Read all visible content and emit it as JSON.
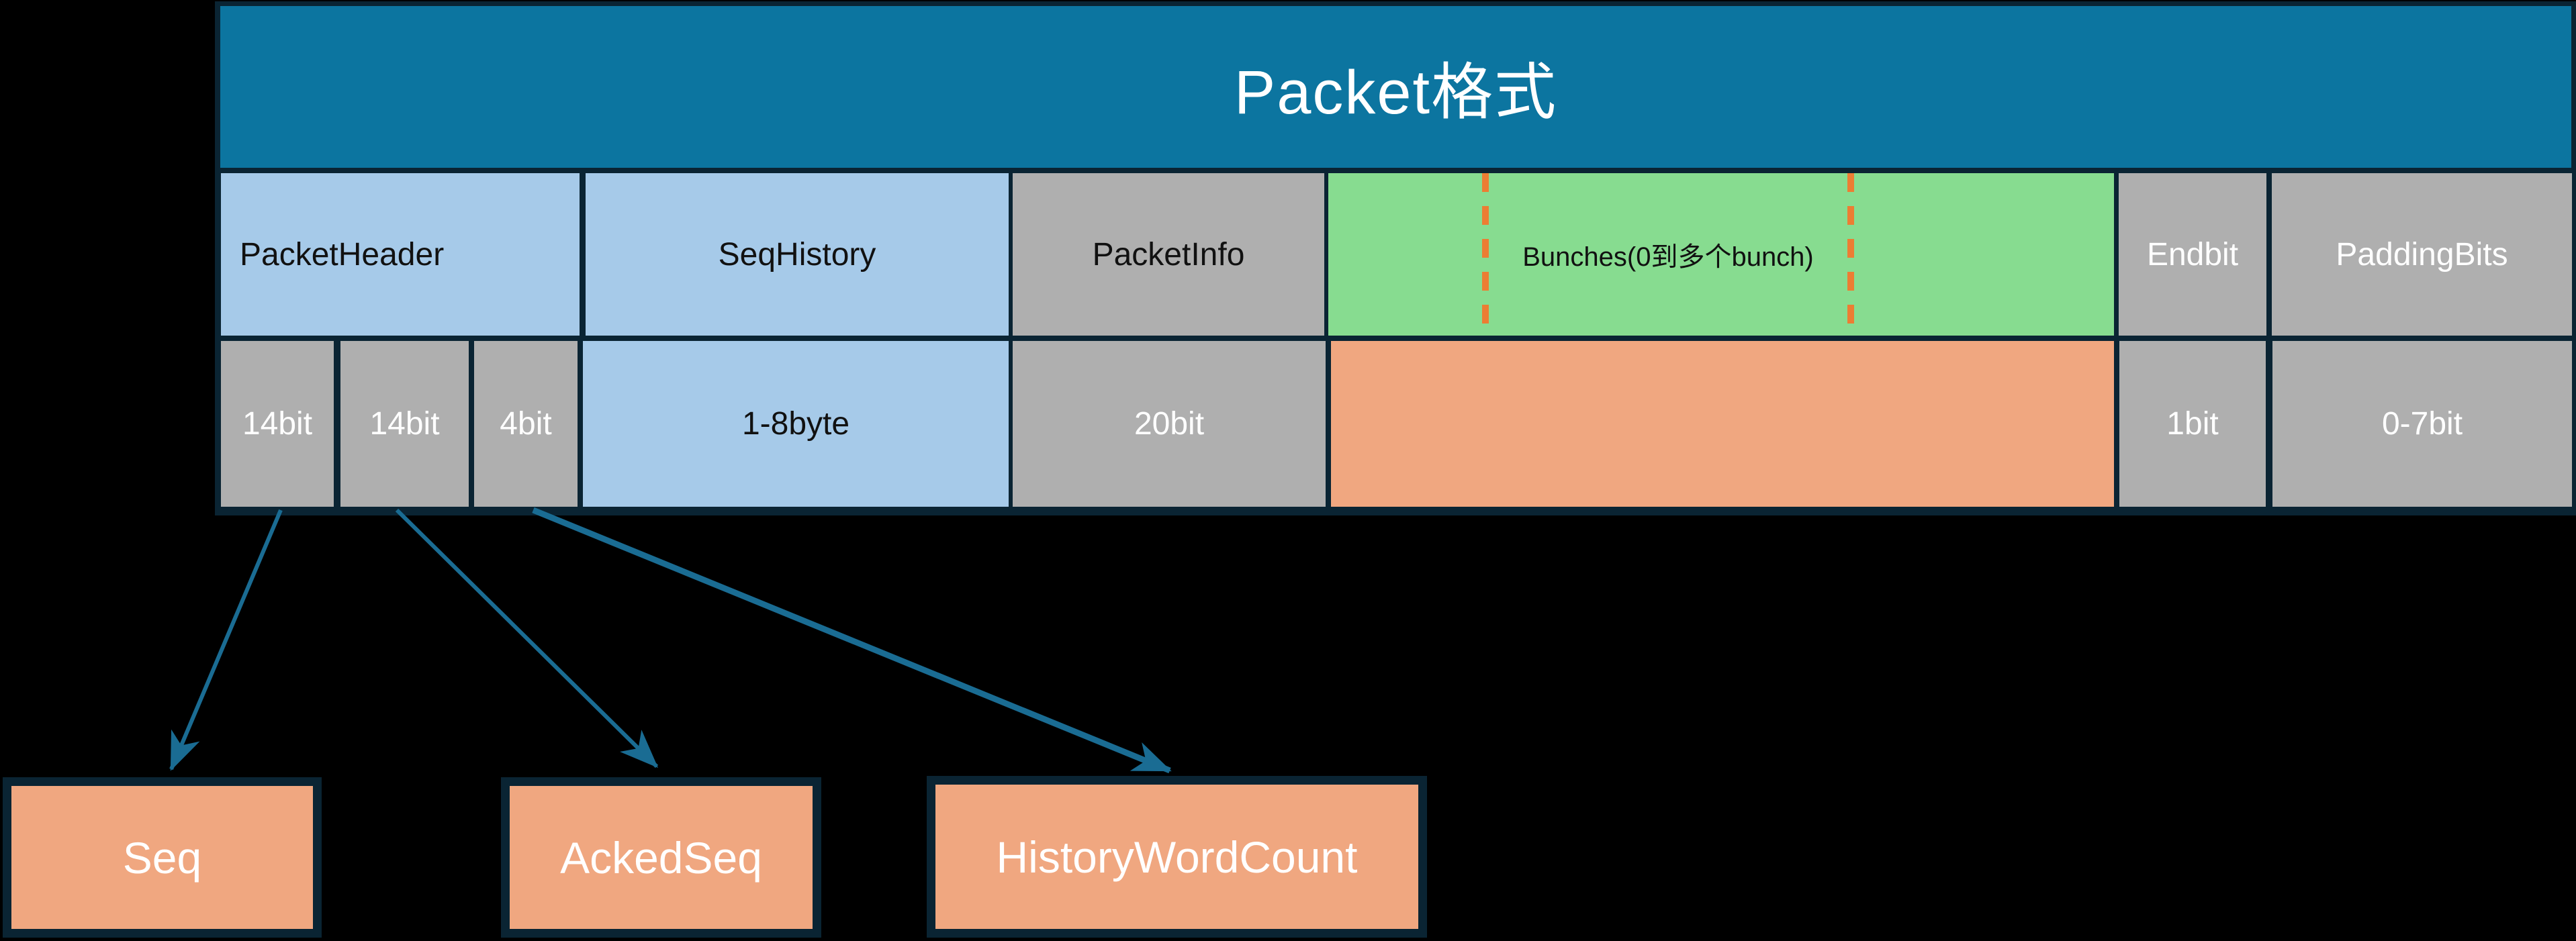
{
  "title": "Packet格式",
  "fields": {
    "packet_header": "PacketHeader",
    "seq_history": "SeqHistory",
    "packet_info": "PacketInfo",
    "bunches": "Bunches(0到多个bunch)",
    "endbit": "Endbit",
    "padding_bits": "PaddingBits"
  },
  "sizes": {
    "packet_header_seq": "14bit",
    "packet_header_acked_seq": "14bit",
    "packet_header_history_word_count": "4bit",
    "seq_history": "1-8byte",
    "packet_info": "20bit",
    "bunches": "",
    "endbit": "1bit",
    "padding_bits": "0-7bit"
  },
  "detail_boxes": {
    "seq": "Seq",
    "acked_seq": "AckedSeq",
    "history_word_count": "HistoryWordCount"
  },
  "colors": {
    "background": "#000000",
    "frame_border": "#0A2433",
    "header_fill": "#0C75A0",
    "blue_fill": "#A6CAE9",
    "gray_fill": "#AFAFAF",
    "green_fill": "#87DC90",
    "orange_fill": "#F0A780",
    "dash_color": "#EC7D33",
    "arrow_color": "#1A6C93",
    "text_dark": "#111111",
    "text_light": "#FFFFFF"
  }
}
